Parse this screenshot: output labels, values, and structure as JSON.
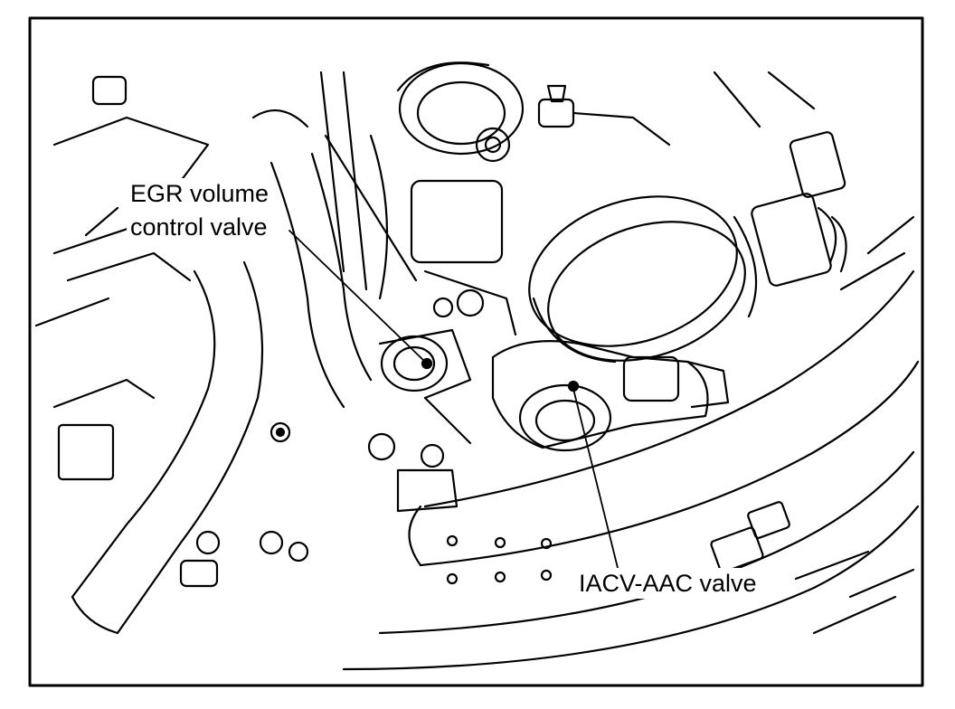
{
  "labels": {
    "egr_line1": "EGR volume",
    "egr_line2": "control valve",
    "iacv": "IACV-AAC valve"
  },
  "colors": {
    "ink": "#000000",
    "paper": "#ffffff"
  }
}
